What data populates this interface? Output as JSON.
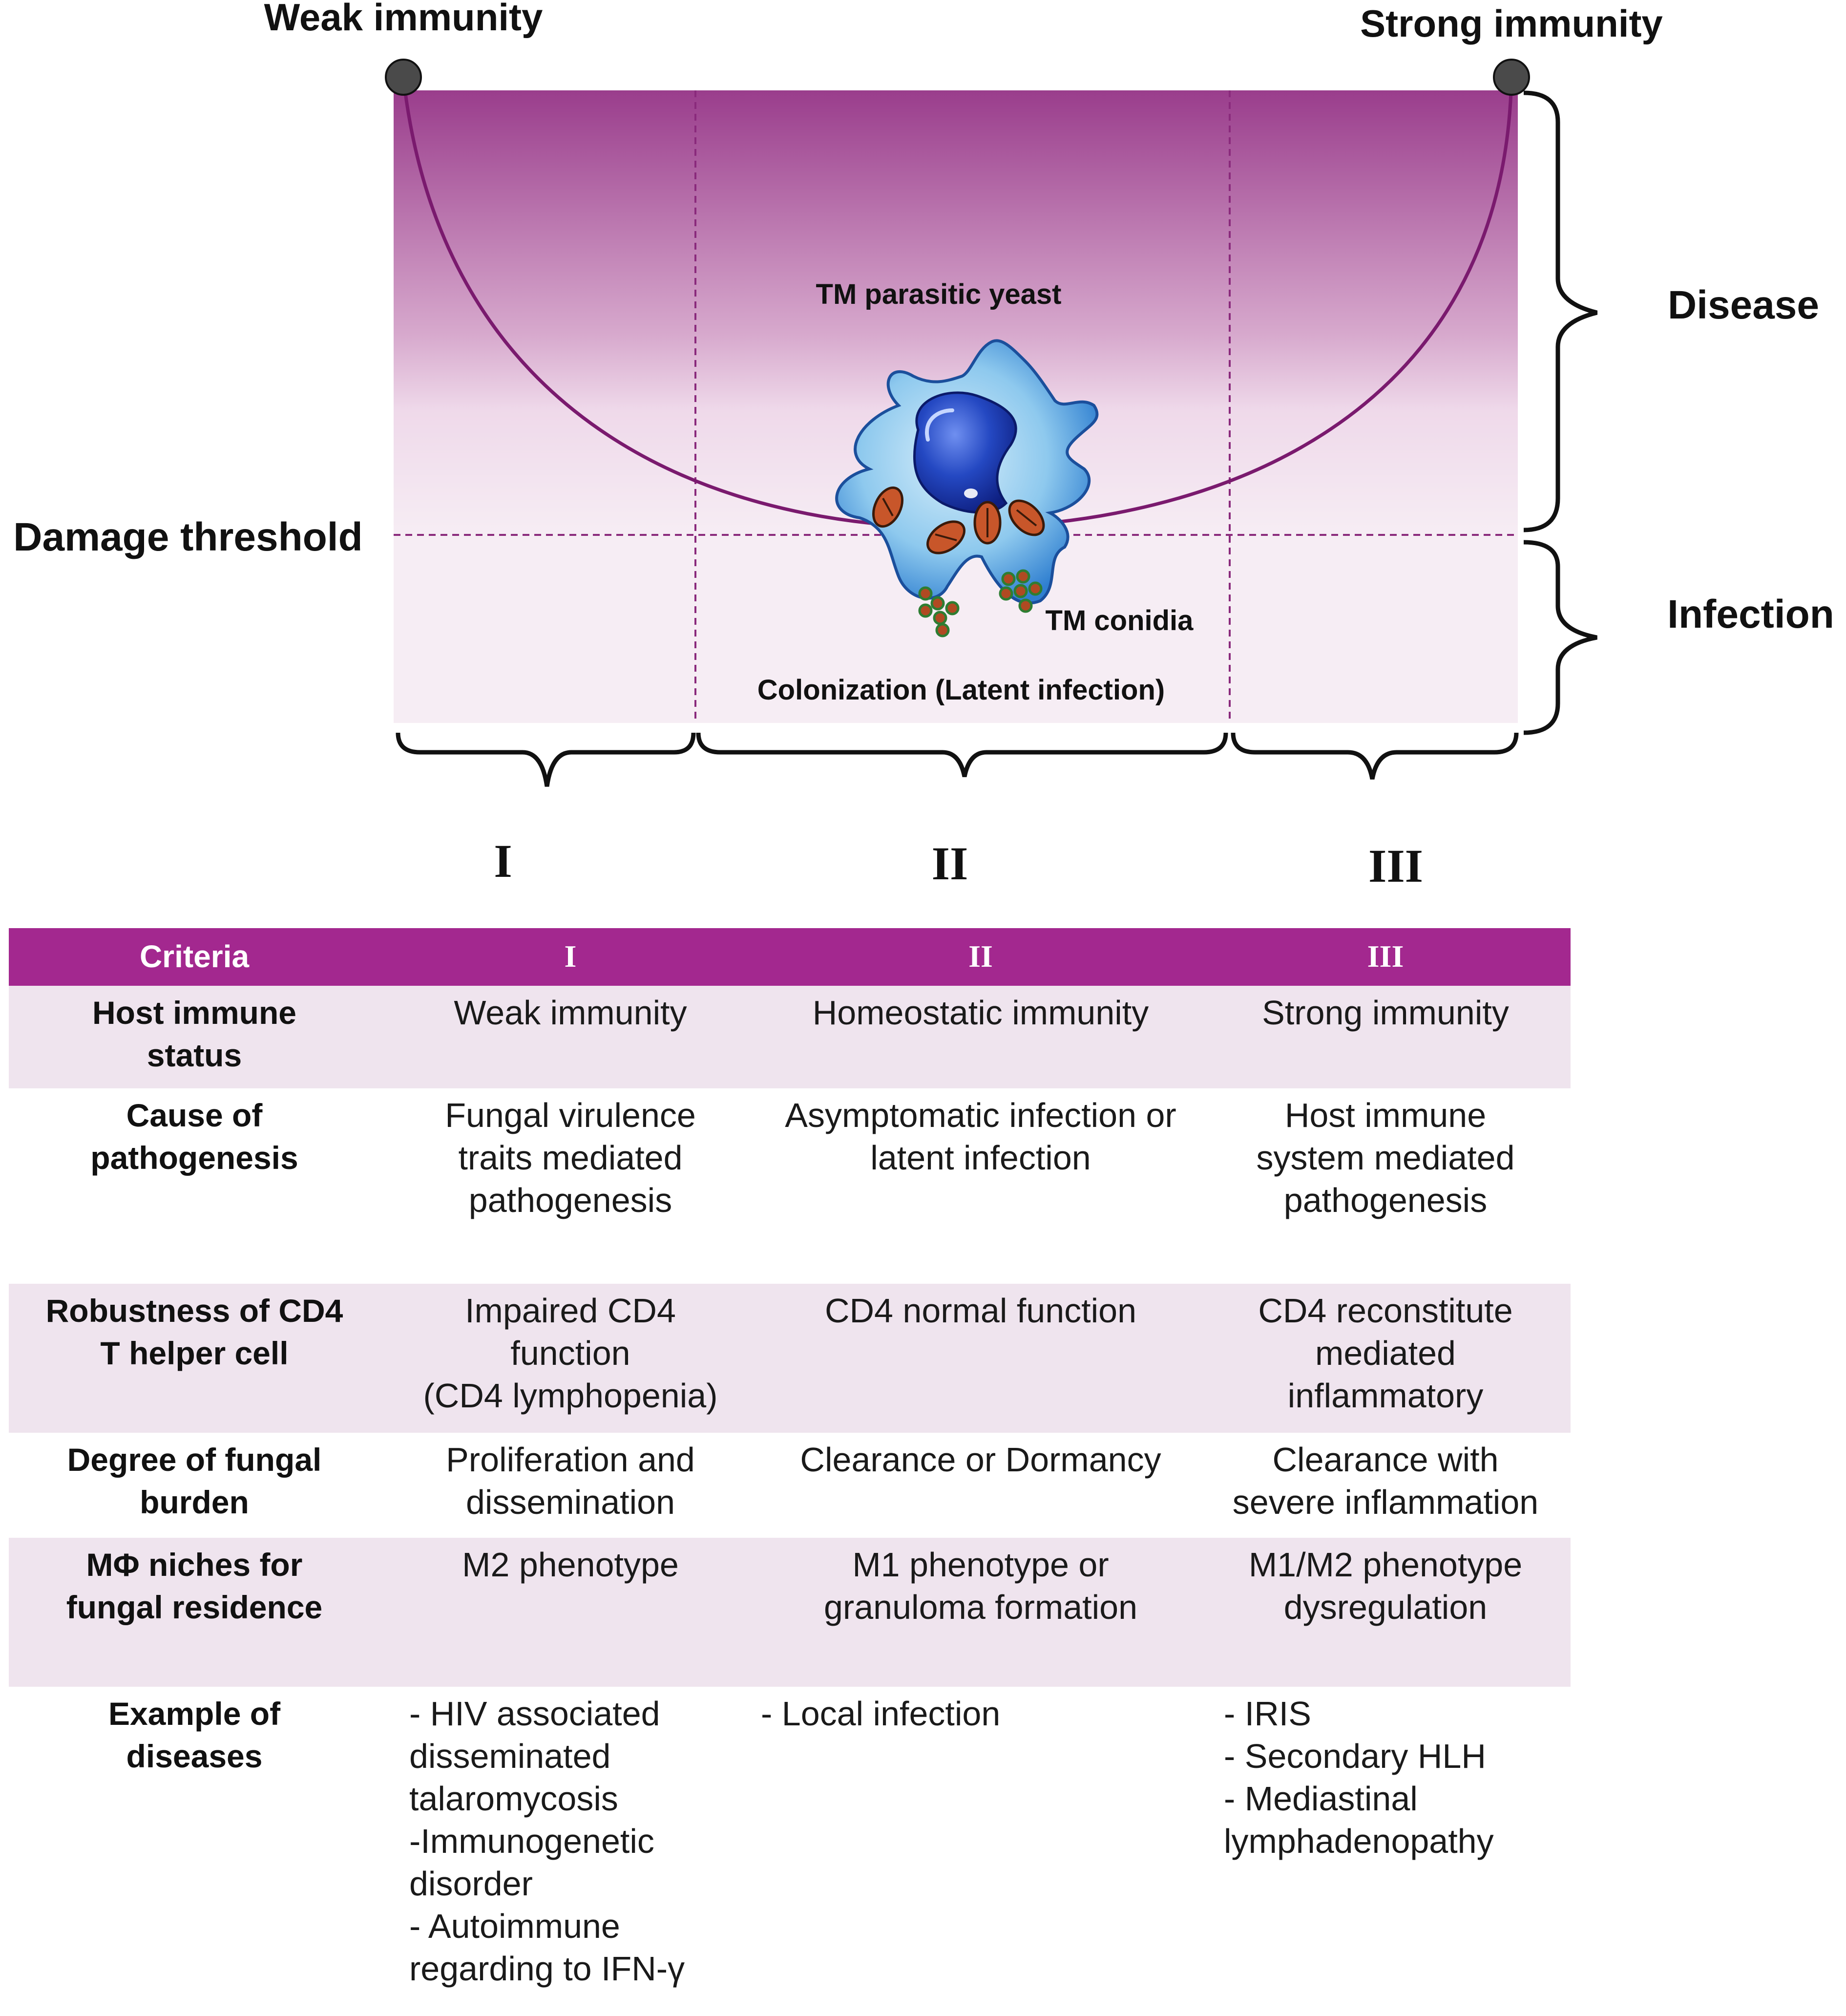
{
  "diagram": {
    "weak_label": "Weak immunity",
    "strong_label": "Strong immunity",
    "disease_label": "Disease",
    "infection_label": "Infection",
    "threshold_label": "Damage threshold",
    "yeast_label": "TM parasitic yeast",
    "conidia_label": "TM conidia",
    "colonization_label": "Colonization (Latent infection)",
    "zone_labels": [
      "I",
      "II",
      "III"
    ],
    "colors": {
      "gradient_top": "#9a3d8c",
      "gradient_bottom": "#f6edf4",
      "curve": "#7a1a6e",
      "cell_light": "#8ec9ee",
      "cell_dark": "#1c3fb0",
      "organelle": "#c8562a"
    }
  },
  "table": {
    "headers": [
      "Criteria",
      "I",
      "II",
      "III"
    ],
    "rows": [
      {
        "criterion": "Host immune\nstatus",
        "i": "Weak immunity",
        "ii": "Homeostatic immunity",
        "iii": "Strong immunity"
      },
      {
        "criterion": "Cause of\npathogenesis",
        "i": "Fungal virulence\ntraits mediated\npathogenesis",
        "ii": "Asymptomatic infection or\nlatent infection",
        "iii": "Host immune\nsystem mediated\npathogenesis"
      },
      {
        "criterion": "Robustness of CD4\nT helper cell",
        "i": "Impaired CD4\nfunction\n(CD4 lymphopenia)",
        "ii": "CD4 normal function",
        "iii": "CD4 reconstitute\nmediated\ninflammatory"
      },
      {
        "criterion": "Degree of fungal\nburden",
        "i": "Proliferation and\ndissemination",
        "ii": "Clearance or Dormancy",
        "iii": "Clearance with\nsevere inflammation"
      },
      {
        "criterion": "MΦ niches for\nfungal residence",
        "i": "M2 phenotype",
        "ii": "M1 phenotype or\ngranuloma formation",
        "iii": "M1/M2 phenotype\ndysregulation"
      },
      {
        "criterion": "Example of\ndiseases",
        "i": "- HIV associated\ndisseminated\ntalaromycosis\n-Immunogenetic\ndisorder\n- Autoimmune\nregarding to IFN-γ",
        "ii": "- Local infection",
        "iii": "- IRIS\n- Secondary HLH\n- Mediastinal\nlymphadenopathy"
      }
    ],
    "colors": {
      "header_bg": "#a3288f",
      "shade_bg": "#efe4ee"
    }
  }
}
